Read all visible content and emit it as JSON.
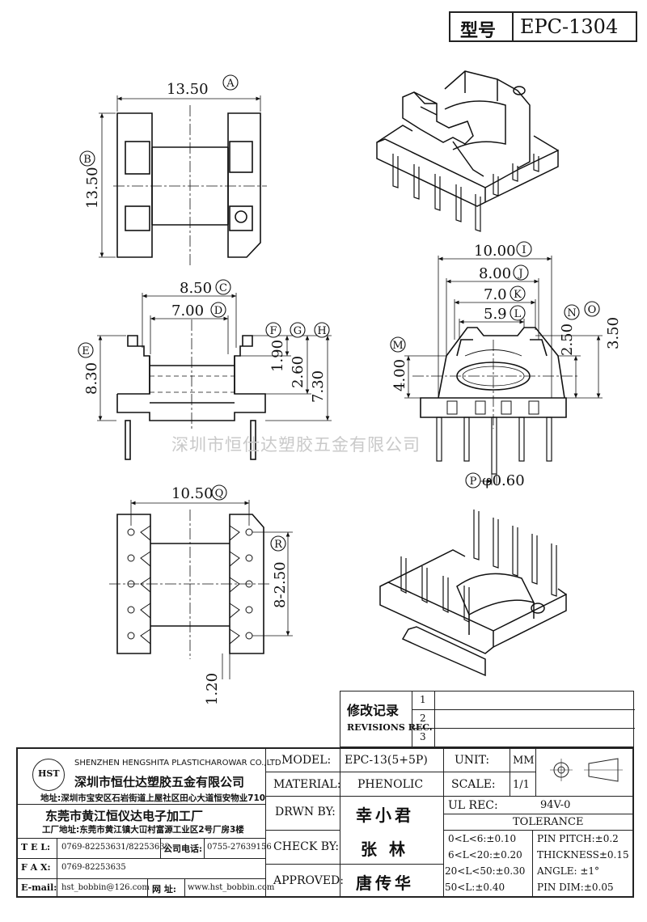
{
  "header": {
    "type_label": "型号",
    "model": "EPC-1304"
  },
  "dimensions": {
    "top_width": "13.50",
    "top_height": "13.50",
    "c": "8.50",
    "d": "7.00",
    "e": "8.30",
    "f": "1.90",
    "g": "2.60",
    "h": "7.30",
    "i": "10.00",
    "j": "8.00",
    "k": "7.0",
    "l": "5.9",
    "m": "4.00",
    "n": "2.50",
    "o": "3.50",
    "p": "φ0.60",
    "q": "10.50",
    "r": "8-2.50",
    "pitch_gap": "1.20"
  },
  "callouts": {
    "a": "A",
    "b": "B",
    "c": "C",
    "d": "D",
    "e": "E",
    "f": "F",
    "g": "G",
    "h": "H",
    "i": "I",
    "j": "J",
    "k": "K",
    "l": "L",
    "m": "M",
    "n": "N",
    "o": "O",
    "p": "P",
    "q": "Q",
    "r": "R"
  },
  "watermark": "深圳市恒仕达塑胶五金有限公司",
  "revisions": {
    "title": "修改记录",
    "title_en": "REVISIONS REC.",
    "rows": [
      "1",
      "2",
      "3"
    ]
  },
  "company": {
    "logo": "HST",
    "name_en": "SHENZHEN HENGSHITA PLASTICHAROWAR CO.,LTD",
    "name_cn": "深圳市恒仕达塑胶五金有限公司",
    "addr_sz": "地址:深圳市宝安区石岩街道上屋社区田心大道恒安物业710",
    "factory": "东莞市黄江恒仪达电子加工厂",
    "addr_dg": "工厂地址:东莞市黄江镇大冚村富源工业区2号厂房3楼",
    "tel_label": "T E L:",
    "tel": "0769-82253631/82253632",
    "office_label": "公司电话:",
    "office_tel": "0755-27639156",
    "fax_label": "F A X:",
    "fax": "0769-82253635",
    "email_label": "E-mail:",
    "email": "hst_bobbin@126.com",
    "web_label": "网 址:",
    "web": "www.hst_bobbin.com"
  },
  "spec": {
    "model_label": "MODEL:",
    "model": "EPC-13(5+5P)",
    "unit_label": "UNIT:",
    "unit": "MM",
    "material_label": "MATERIAL:",
    "material": "PHENOLIC",
    "scale_label": "SCALE:",
    "scale": "1/1",
    "drawn_label": "DRWN BY:",
    "drawn": "幸小君",
    "ul_label": "UL REC:",
    "ul": "94V-0",
    "tolerance_label": "TOLERANCE",
    "check_label": "CHECK BY:",
    "check": "张 林",
    "approved_label": "APPROVED:",
    "approved": "唐传华",
    "tol_left": [
      "0<L<6:±0.10",
      "6<L<20:±0.20",
      "20<L<50:±0.30",
      "50<L:±0.40"
    ],
    "tol_right": [
      "PIN PITCH:±0.2",
      "THICKNESS±0.15",
      "ANGLE: ±1°",
      "PIN DIM:±0.05"
    ]
  }
}
